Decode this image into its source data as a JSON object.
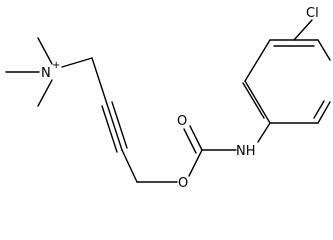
{
  "molecule": {
    "labels": {
      "chlorine": "Cl",
      "ammonium_nitrogen": "N",
      "ammonium_charge": "+",
      "amide_nitrogen": "NH",
      "carbonyl_oxygen": "O",
      "ester_oxygen": "O"
    }
  }
}
